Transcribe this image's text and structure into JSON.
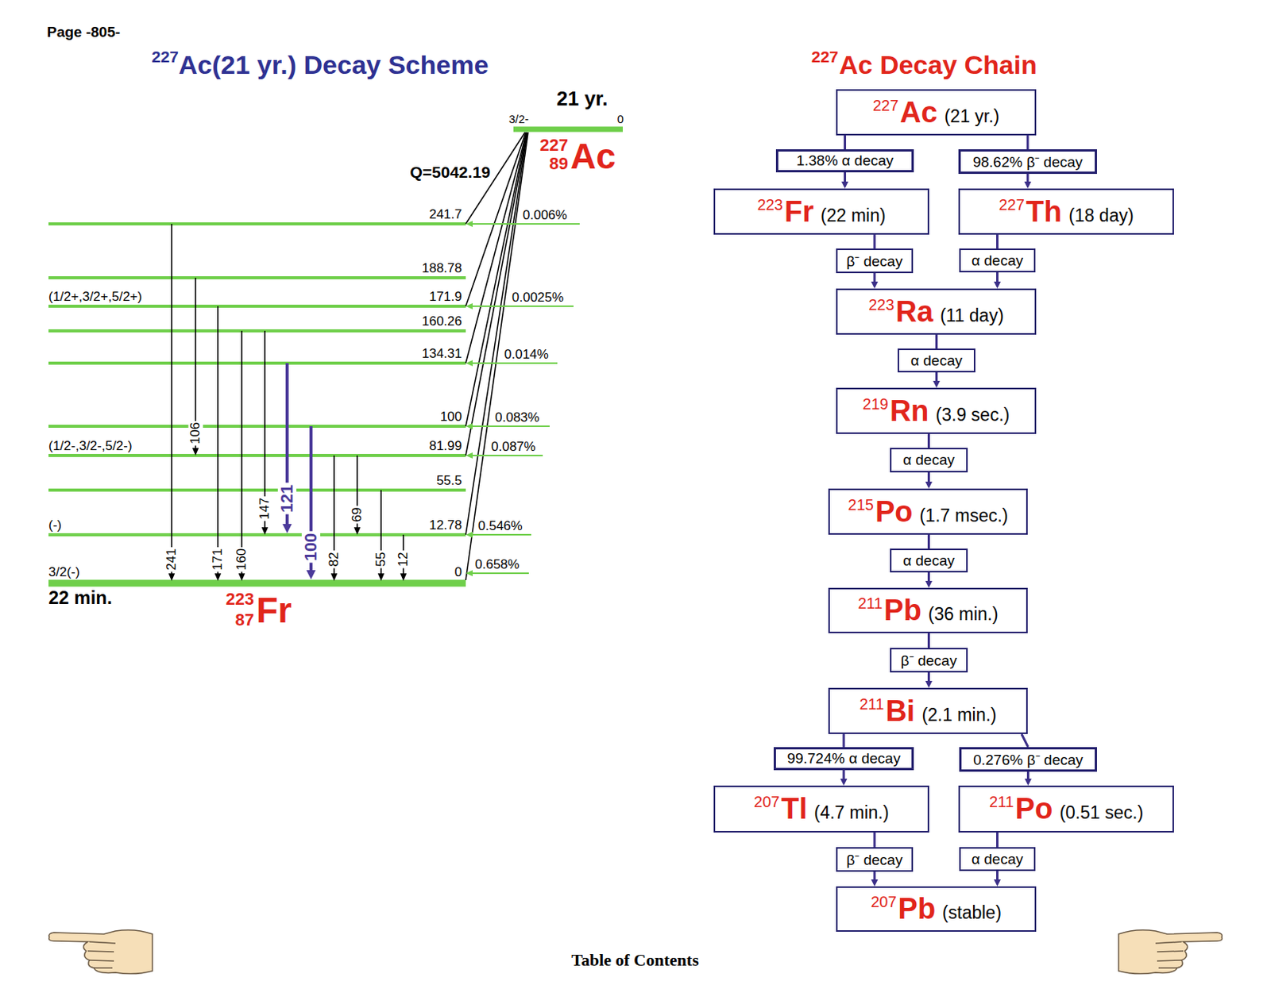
{
  "diagram": {
    "nodes": [
      {
        "text": [
          "227",
          "Ac",
          "(21 yr.)"
        ]
      },
      {
        "text": [
          "1.38% α decay"
        ]
      },
      {
        "text": [
          "98.62% β⁻ decay"
        ]
      },
      {
        "text": [
          "223",
          "Fr",
          "(22 min)"
        ]
      },
      {
        "text": [
          "227",
          "Th",
          "(18 day)"
        ]
      },
      {
        "text": [
          "β⁻ decay"
        ]
      },
      {
        "text": [
          "α decay"
        ]
      },
      {
        "text": [
          "223",
          "Ra",
          "(11 day)"
        ]
      },
      {
        "text": [
          "α decay"
        ]
      },
      {
        "text": [
          "219",
          "Rn",
          "(3.9 sec.)"
        ]
      },
      {
        "text": [
          "α decay"
        ]
      },
      {
        "text": [
          "215",
          "Po",
          "(1.7 msec.)"
        ]
      },
      {
        "text": [
          "α decay"
        ]
      },
      {
        "text": [
          "211",
          "Pb",
          "(36 min.)"
        ]
      },
      {
        "text": [
          "β⁻ decay"
        ]
      },
      {
        "text": [
          "211",
          "Bi",
          "(2.1 min.)"
        ]
      },
      {
        "text": [
          "99.724% α decay"
        ]
      },
      {
        "text": [
          "0.276% β⁻ decay"
        ]
      },
      {
        "text": [
          "207",
          "Tl",
          "(4.7 min.)"
        ]
      },
      {
        "text": [
          "211",
          "Po",
          "(0.51 sec.)"
        ]
      },
      {
        "text": [
          "β⁻ decay"
        ]
      },
      {
        "text": [
          "α decay"
        ]
      },
      {
        "text": [
          "207",
          "Pb",
          "(stable)"
        ]
      }
    ],
    "edges": [
      {
        "from": 0,
        "to": 1,
        "arrow": "none"
      },
      {
        "from": 1,
        "to": 3,
        "arrow": "to"
      },
      {
        "from": 0,
        "to": 2,
        "arrow": "none"
      },
      {
        "from": 2,
        "to": 4,
        "arrow": "to"
      },
      {
        "from": 3,
        "to": 5,
        "arrow": "none"
      },
      {
        "from": 5,
        "to": 7,
        "arrow": "to"
      },
      {
        "from": 4,
        "to": 6,
        "arrow": "none"
      },
      {
        "from": 6,
        "to": 7,
        "arrow": "to"
      },
      {
        "from": 7,
        "to": 8,
        "arrow": "none"
      },
      {
        "from": 8,
        "to": 9,
        "arrow": "to"
      },
      {
        "from": 9,
        "to": 10,
        "arrow": "none"
      },
      {
        "from": 10,
        "to": 11,
        "arrow": "to"
      },
      {
        "from": 11,
        "to": 12,
        "arrow": "none"
      },
      {
        "from": 12,
        "to": 13,
        "arrow": "to"
      },
      {
        "from": 13,
        "to": 14,
        "arrow": "none"
      },
      {
        "from": 14,
        "to": 15,
        "arrow": "to"
      },
      {
        "from": 15,
        "to": 16,
        "arrow": "none"
      },
      {
        "from": 16,
        "to": 18,
        "arrow": "to"
      },
      {
        "from": 15,
        "to": 17,
        "arrow": "none"
      },
      {
        "from": 17,
        "to": 19,
        "arrow": "to"
      },
      {
        "from": 18,
        "to": 20,
        "arrow": "none"
      },
      {
        "from": 20,
        "to": 22,
        "arrow": "to"
      },
      {
        "from": 19,
        "to": 21,
        "arrow": "none"
      },
      {
        "from": 21,
        "to": 22,
        "arrow": "to"
      }
    ],
    "labels": [
      "Page -805-",
      "227",
      "Ac(21 yr.) Decay Scheme",
      "227",
      "Ac Decay Chain",
      "21 yr.",
      "3/2-",
      "0",
      "227",
      "89",
      "Ac",
      "Q=5042.19",
      "241.7",
      "188.78",
      "171.9",
      "160.26",
      "134.31",
      "100",
      "81.99",
      "55.5",
      "12.78",
      "0",
      "(1/2+,3/2+,5/2+)",
      "(1/2-,3/2-,5/2-)",
      "(-)",
      "3/2(-)",
      "0.006%",
      "0.0025%",
      "0.014%",
      "0.083%",
      "0.087%",
      "0.546%",
      "0.658%",
      "241",
      "106",
      "171",
      "160",
      "147",
      "121",
      "100",
      "82",
      "69",
      "55",
      "12",
      "22 min.",
      "223",
      "87",
      "Fr",
      "Table of Contents"
    ]
  }
}
